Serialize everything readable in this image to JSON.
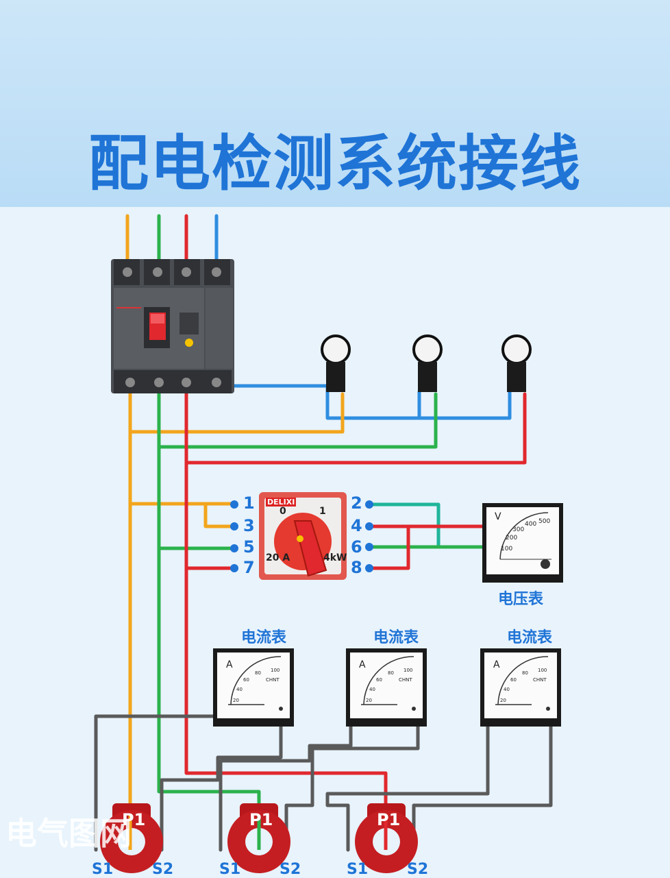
{
  "title": "配电检测系统接线",
  "voltmeter": {
    "label": "电压表",
    "unit": "V",
    "ticks": [
      "100",
      "200",
      "300",
      "400",
      "500"
    ]
  },
  "ammeters": [
    {
      "label": "电流表",
      "unit": "A",
      "ticks": [
        "20",
        "40",
        "60",
        "80",
        "100"
      ],
      "brand": "CHNT"
    },
    {
      "label": "电流表",
      "unit": "A",
      "ticks": [
        "20",
        "40",
        "60",
        "80",
        "100"
      ],
      "brand": "CHNT"
    },
    {
      "label": "电流表",
      "unit": "A",
      "ticks": [
        "20",
        "40",
        "60",
        "80",
        "100"
      ],
      "brand": "CHNT"
    }
  ],
  "switch": {
    "brand": "DELIXI",
    "pos_0": "0",
    "pos_1": "1",
    "rating_current": "20 A",
    "rating_power": "4kW",
    "terminals_left": [
      "1",
      "3",
      "5",
      "7"
    ],
    "terminals_right": [
      "2",
      "4",
      "6",
      "8"
    ]
  },
  "current_transformers": [
    {
      "p": "P1",
      "s1": "S1",
      "s2": "S2"
    },
    {
      "p": "P1",
      "s1": "S1",
      "s2": "S2"
    },
    {
      "p": "P1",
      "s1": "S1",
      "s2": "S2"
    }
  ],
  "watermark": "电气图网",
  "colors": {
    "phase_a": "#f2a51c",
    "phase_b": "#2bb24c",
    "phase_c": "#e0282e",
    "neutral": "#2f8ee0",
    "secondary": "#5a5a5a",
    "accent": "#1f74d6"
  }
}
